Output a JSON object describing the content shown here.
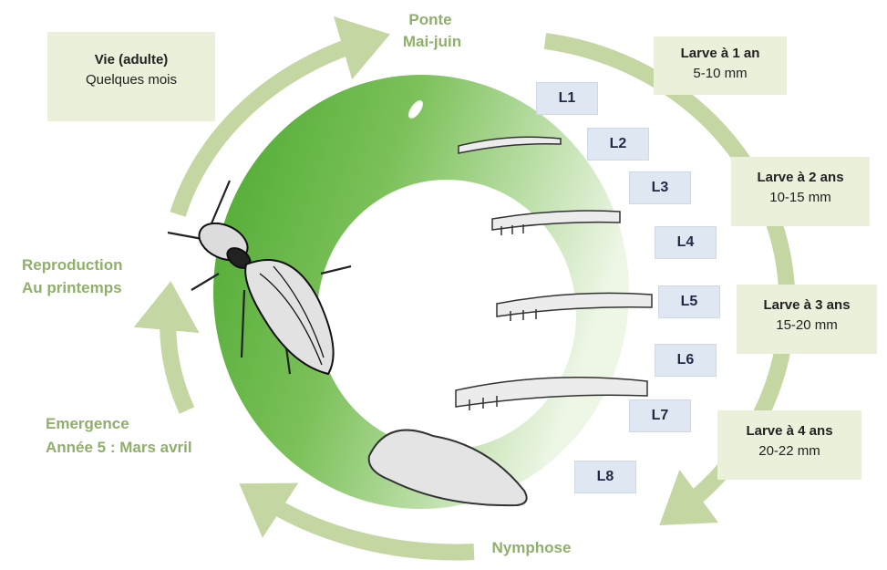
{
  "phases": {
    "ponte": [
      "Ponte",
      "Mai-juin"
    ],
    "reproduction": [
      "Reproduction",
      "Au printemps"
    ],
    "emergence": [
      "Emergence",
      "Année 5 : Mars avril"
    ],
    "nymphose": "Nymphose"
  },
  "adult_box": {
    "line1": "Vie (adulte)",
    "line2": "Quelques mois"
  },
  "larva_boxes": [
    {
      "line1": "Larve à 1 an",
      "line2": "5-10 mm"
    },
    {
      "line1": "Larve à 2 ans",
      "line2": "10-15 mm"
    },
    {
      "line1": "Larve à 3 ans",
      "line2": "15-20 mm"
    },
    {
      "line1": "Larve à 4 ans",
      "line2": "20-22 mm"
    }
  ],
  "stages": [
    "L1",
    "L2",
    "L3",
    "L4",
    "L5",
    "L6",
    "L7",
    "L8"
  ],
  "colors": {
    "ring_dark": "#5fb13b",
    "ring_light": "#e8f3dc",
    "arrow": "#c4d6a2",
    "label_green": "#8fb06a",
    "box_fill": "#eaf0da",
    "stage_fill": "#dfe7f2"
  },
  "icons": [
    "egg-icon",
    "larva-icon",
    "pupa-icon",
    "click-beetle-icon"
  ]
}
